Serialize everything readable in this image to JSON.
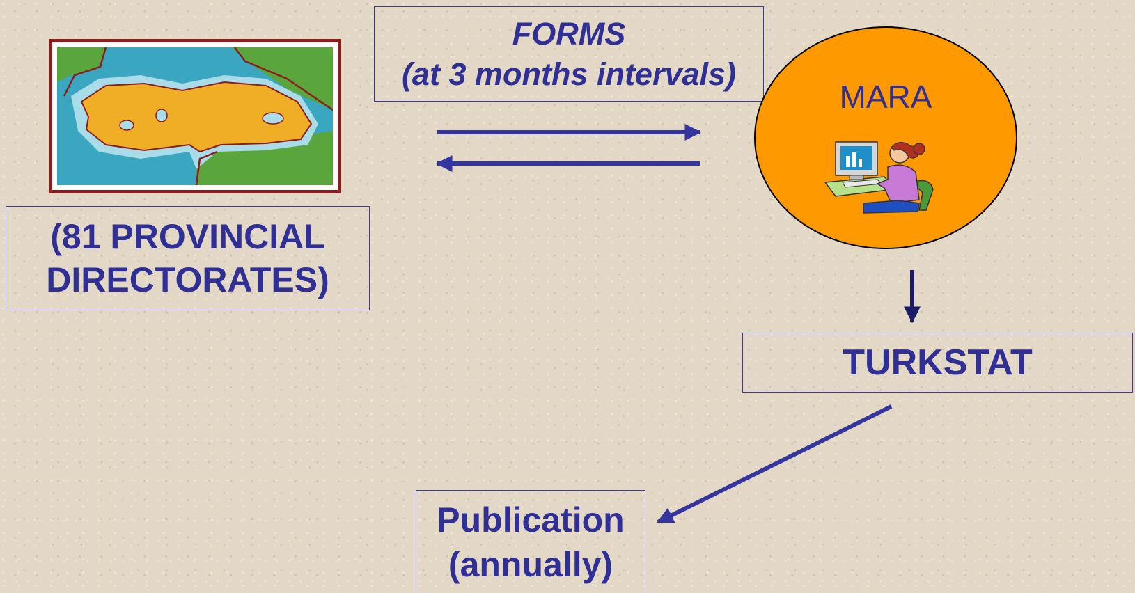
{
  "forms": {
    "line1": "FORMS",
    "line2": "(at 3 months intervals)"
  },
  "provinces": {
    "line1": "(81 PROVINCIAL",
    "line2": "DIRECTORATES)",
    "icon": "turkey-map-icon"
  },
  "mara": {
    "label": "MARA",
    "icon": "computer-worker-icon"
  },
  "turkstat": {
    "label": "TURKSTAT"
  },
  "publication": {
    "line1": "Publication",
    "line2": "(annually)"
  },
  "colors": {
    "text": "#2f2f96",
    "arrow": "#3535a0",
    "mara_fill": "#ff9900",
    "map_frame": "#8a1e1e",
    "background": "#e3d8c6"
  }
}
